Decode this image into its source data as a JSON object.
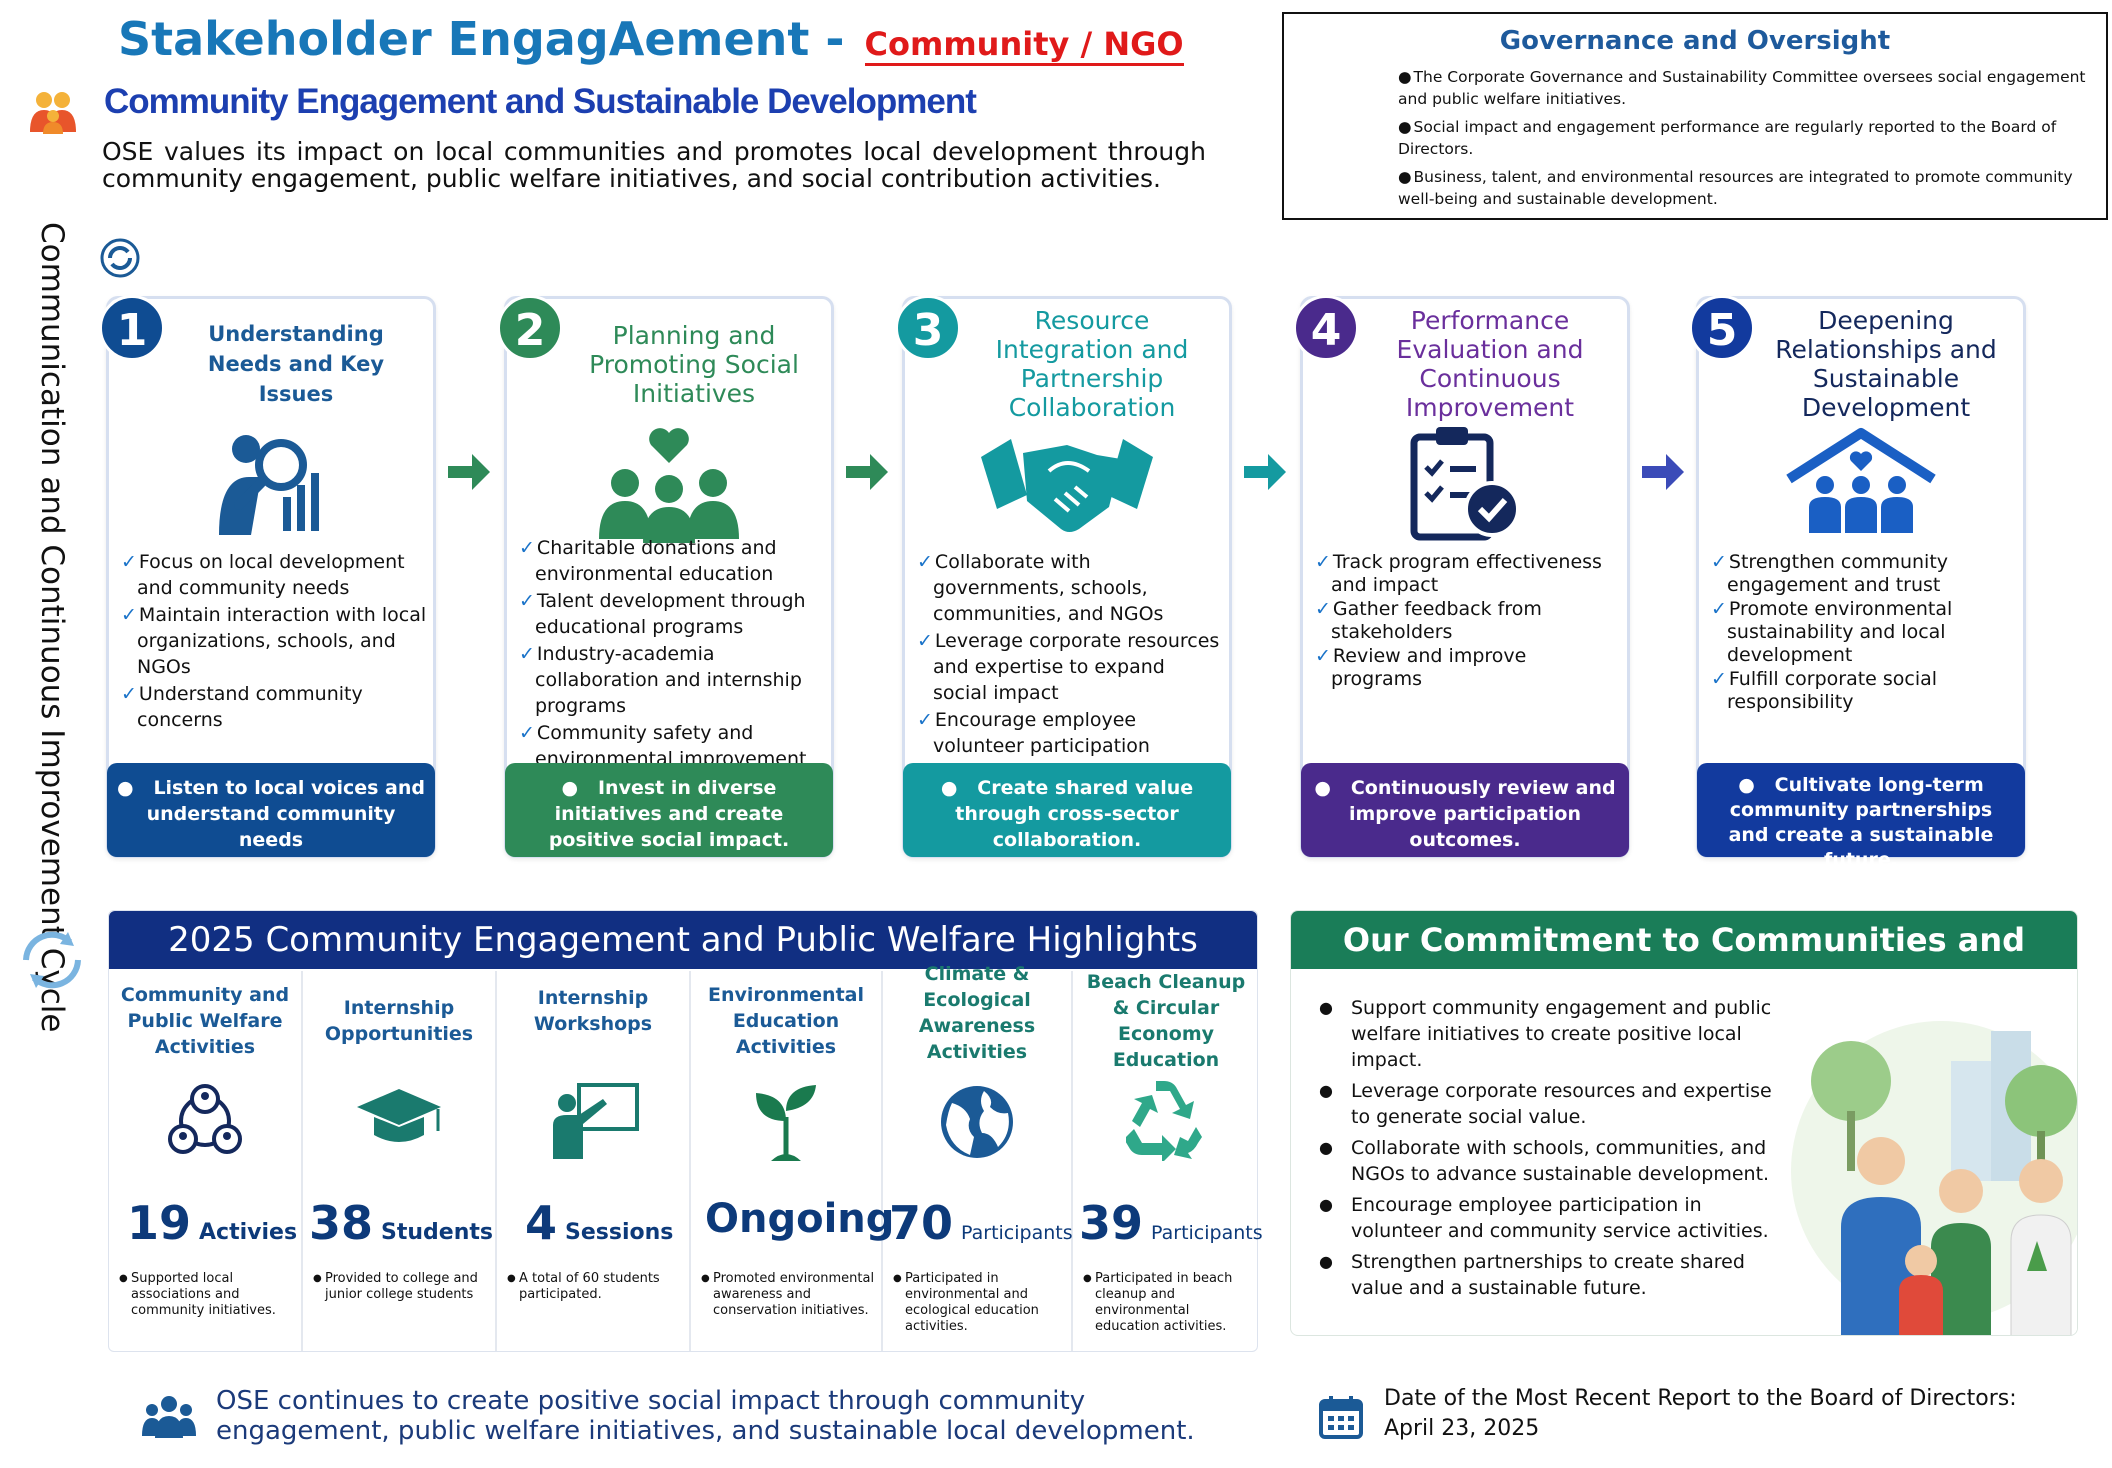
{
  "header": {
    "title": "Stakeholder EngagAement -",
    "title_sub": "Community / NGO",
    "subtitle": "Community Engagement and Sustainable Development",
    "intro": "OSE values its impact on local communities and promotes local development through community engagement, public welfare initiatives, and social contribution activities."
  },
  "governance": {
    "title": "Governance and Oversight",
    "items": [
      "The Corporate Governance and Sustainability Committee oversees social engagement and public welfare initiatives.",
      "Social impact and engagement performance are regularly reported to the Board of Directors.",
      "Business, talent, and environmental resources are integrated to promote community well-being and sustainable development."
    ]
  },
  "cycle_label": "Communication and Continuous Improvement Cycle",
  "steps": [
    {
      "num": "1",
      "title": "Understanding Needs and Key Issues",
      "color": "#0f4c92",
      "title_color": "#1b5a96",
      "icon": "person-magnifier-chart-icon",
      "items": [
        "Focus on local development and community needs",
        "Maintain interaction with local organizations, schools, and NGOs",
        "Understand community concerns"
      ],
      "footer": "Listen to local voices and understand community needs"
    },
    {
      "num": "2",
      "title": "Planning and Promoting Social Initiatives",
      "color": "#2e8a58",
      "title_color": "#2e8a58",
      "icon": "community-heart-icon",
      "items": [
        "Charitable donations and environmental education",
        "Talent development through educational programs",
        "Industry-academia collaboration and internship programs",
        "Community safety and environmental improvement"
      ],
      "footer": "Invest in diverse initiatives and create positive social impact."
    },
    {
      "num": "3",
      "title": "Resource Integration and Partnership Collaboration",
      "color": "#149aa0",
      "title_color": "#149aa0",
      "icon": "handshake-icon",
      "items": [
        "Collaborate with governments, schools, communities, and NGOs",
        "Leverage corporate resources and expertise to expand social impact",
        "Encourage employee volunteer participation"
      ],
      "footer": "Create shared value through cross-sector collaboration."
    },
    {
      "num": "4",
      "title": "Performance Evaluation and Continuous Improvement",
      "color": "#4a2a8c",
      "title_color": "#6a2f9c",
      "icon": "clipboard-check-icon",
      "items": [
        "Track program effectiveness and impact",
        "Gather feedback from stakeholders",
        "Review and improve programs"
      ],
      "footer": "Continuously review and improve participation outcomes."
    },
    {
      "num": "5",
      "title": "Deepening Relationships and Sustainable Development",
      "color": "#123a9e",
      "title_color": "#14285c",
      "icon": "house-family-icon",
      "items": [
        "Strengthen community engagement and trust",
        "Promote environmental sustainability and local development",
        "Fulfill corporate social responsibility"
      ],
      "footer": "Cultivate long-term community partnerships and create a sustainable future."
    }
  ],
  "highlights": {
    "title": "2025 Community Engagement and Public Welfare Highlights",
    "columns": [
      {
        "title": "Community and Public Welfare Activities",
        "value": "19",
        "unit": "Activies",
        "note": "Supported local associations and community initiatives.",
        "icon": "community-network-icon"
      },
      {
        "title": "Internship Opportunities",
        "value": "38",
        "unit": "Students",
        "note": "Provided to college and junior college students",
        "icon": "graduation-cap-icon"
      },
      {
        "title": "Internship Workshops",
        "value": "4",
        "unit": "Sessions",
        "note": "A total of 60 students participated.",
        "icon": "teacher-board-icon"
      },
      {
        "title": "Environmental Education Activities",
        "value": "Ongoing",
        "unit": "",
        "note": "Promoted environmental awareness and conservation initiatives.",
        "icon": "sprout-icon"
      },
      {
        "title": "Climate & Ecological Awareness Activities",
        "value": "70",
        "unit": "Participants",
        "note": "Participated in environmental and ecological education activities.",
        "icon": "globe-icon"
      },
      {
        "title": "Beach Cleanup & Circular Economy Education",
        "value": "39",
        "unit": "Participants",
        "note": "Participated in beach cleanup and environmental education activities.",
        "icon": "recycle-icon"
      }
    ]
  },
  "commitment": {
    "title": "Our Commitment to Communities and NGOs",
    "items": [
      "Support community engagement and public welfare initiatives to create positive local impact.",
      "Leverage corporate resources and expertise to generate social value.",
      "Collaborate with schools, communities, and NGOs to advance sustainable development.",
      "Encourage employee participation in volunteer and community service activities.",
      "Strengthen partnerships to create shared value and a sustainable future."
    ]
  },
  "footer": {
    "statement": "OSE continues to create positive social impact through community engagement, public welfare initiatives, and sustainable local development.",
    "date_label": "Date of the Most Recent Report to the Board of Directors:",
    "date_value": "April 23, 2025"
  }
}
